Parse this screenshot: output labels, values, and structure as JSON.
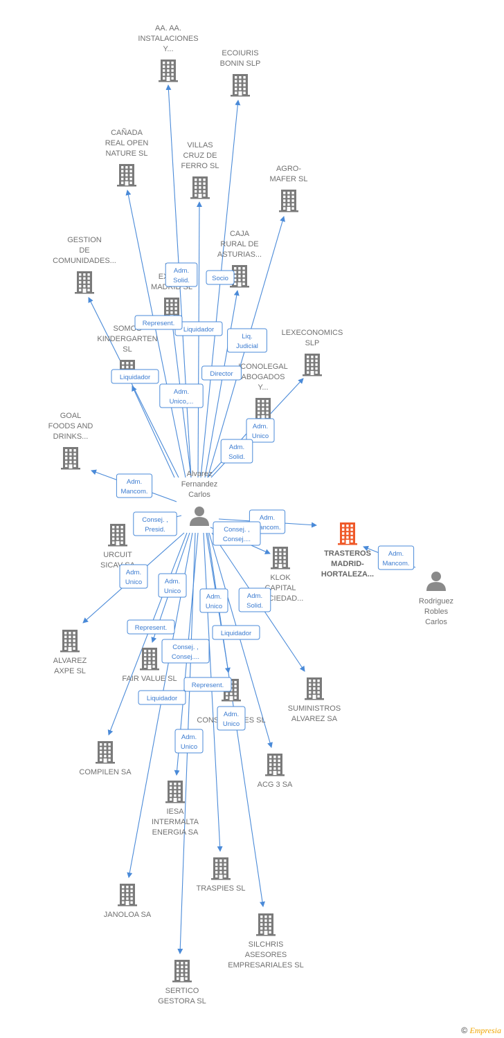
{
  "colors": {
    "edge": "#4a8ad8",
    "building": "#7a7a7a",
    "building_highlight": "#ef5a2a",
    "person": "#8a8a8a",
    "label": "#707070"
  },
  "footer": {
    "copyright": "©",
    "brand": "Empresia"
  },
  "nodes": [
    {
      "id": "center",
      "type": "person",
      "lines": [
        "Alvarez",
        "Fernandez",
        "Carlos"
      ]
    },
    {
      "id": "rodriguez",
      "type": "person",
      "lines": [
        "Rodriguez",
        "Robles",
        "Carlos"
      ]
    },
    {
      "id": "trasteros",
      "type": "building",
      "highlight": true,
      "lines": [
        "TRASTEROS",
        "MADRID-",
        "HORTALEZA..."
      ]
    },
    {
      "id": "aa",
      "type": "building",
      "lines": [
        "AA.  AA.",
        "INSTALACIONES",
        "Y..."
      ]
    },
    {
      "id": "ecoiuris",
      "type": "building",
      "lines": [
        "ECOIURIS",
        "BONIN  SLP"
      ]
    },
    {
      "id": "canada",
      "type": "building",
      "lines": [
        "CAÑADA",
        "REAL OPEN",
        "NATURE SL"
      ]
    },
    {
      "id": "villas",
      "type": "building",
      "lines": [
        "VILLAS",
        "CRUZ DE",
        "FERRO SL"
      ]
    },
    {
      "id": "agro",
      "type": "building",
      "lines": [
        "AGRO-",
        "MAFER SL"
      ]
    },
    {
      "id": "gestion",
      "type": "building",
      "lines": [
        "GESTION",
        "DE",
        "COMUNIDADES..."
      ]
    },
    {
      "id": "caja",
      "type": "building",
      "lines": [
        "CAJA",
        "RURAL DE",
        "ASTURIAS..."
      ]
    },
    {
      "id": "wextr",
      "type": "building",
      "lines": [
        "W...",
        "EXTR...",
        "MADRID  SL"
      ]
    },
    {
      "id": "somos",
      "type": "building",
      "lines": [
        "SOMOS",
        "KINDERGARTEN",
        "SL"
      ]
    },
    {
      "id": "lexeconomics",
      "type": "building",
      "lines": [
        "LEXECONOMICS",
        "SLP"
      ]
    },
    {
      "id": "iconolegal",
      "type": "building",
      "lines": [
        "ICONOLEGAL",
        "ABOGADOS",
        "Y..."
      ]
    },
    {
      "id": "goal",
      "type": "building",
      "lines": [
        "GOAL",
        "FOODS AND",
        "DRINKS..."
      ]
    },
    {
      "id": "urcuit",
      "type": "building",
      "lines": [
        "URCUIT",
        "SICAV SA"
      ]
    },
    {
      "id": "klok",
      "type": "building",
      "lines": [
        "KLOK",
        "CAPITAL",
        "SOCIEDAD..."
      ]
    },
    {
      "id": "alvarezaxpe",
      "type": "building",
      "lines": [
        "ALVAREZ",
        "AXPE  SL"
      ]
    },
    {
      "id": "fairvalue",
      "type": "building",
      "lines": [
        "FAIR VALUE  SL"
      ]
    },
    {
      "id": "servicios",
      "type": "building",
      "lines": [
        "S...",
        "CONSULTORES SL"
      ]
    },
    {
      "id": "suministros",
      "type": "building",
      "lines": [
        "SUMINISTROS",
        "ALVAREZ SA"
      ]
    },
    {
      "id": "compilen",
      "type": "building",
      "lines": [
        "COMPILEN SA"
      ]
    },
    {
      "id": "acg",
      "type": "building",
      "lines": [
        "ACG 3 SA"
      ]
    },
    {
      "id": "iesa",
      "type": "building",
      "lines": [
        "IESA",
        "INTERMALTA",
        "ENERGIA SA"
      ]
    },
    {
      "id": "traspies",
      "type": "building",
      "lines": [
        "TRASPIES SL"
      ]
    },
    {
      "id": "janoloa",
      "type": "building",
      "lines": [
        "JANOLOA SA"
      ]
    },
    {
      "id": "silchris",
      "type": "building",
      "lines": [
        "SILCHRIS",
        "ASESORES",
        "EMPRESARIALES SL"
      ]
    },
    {
      "id": "sertico",
      "type": "building",
      "lines": [
        "SERTICO",
        "GESTORA SL"
      ]
    }
  ],
  "edges": [
    {
      "from": "center",
      "to": "aa",
      "label": []
    },
    {
      "from": "center",
      "to": "ecoiuris",
      "label": []
    },
    {
      "from": "center",
      "to": "canada",
      "label": [
        "Adm.",
        "Solid."
      ]
    },
    {
      "from": "center",
      "to": "villas",
      "label": [
        "Liquidador"
      ]
    },
    {
      "from": "center",
      "to": "agro",
      "label": [
        "Liq.",
        "Judicial"
      ]
    },
    {
      "from": "center",
      "to": "gestion",
      "label": [
        "Represent."
      ]
    },
    {
      "from": "center",
      "to": "caja",
      "label": [
        "Socio"
      ]
    },
    {
      "from": "center",
      "to": "wextr",
      "label": [
        "Adm.",
        "Unico,..."
      ]
    },
    {
      "from": "center",
      "to": "somos",
      "label": [
        "Liquidador"
      ]
    },
    {
      "from": "center",
      "to": "lexeconomics",
      "label": [
        "Adm.",
        "Unico"
      ]
    },
    {
      "from": "center",
      "to": "iconolegal",
      "label": [
        "Adm.",
        "Solid."
      ]
    },
    {
      "from": "center",
      "to": "goal",
      "label": [
        "Adm.",
        "Mancom."
      ]
    },
    {
      "from": "center",
      "to": "trasteros",
      "label": [
        "Adm.",
        "Mancom."
      ]
    },
    {
      "from": "rodriguez",
      "to": "trasteros",
      "label": [
        "Adm.",
        "Mancom."
      ]
    },
    {
      "from": "center",
      "to": "urcuit",
      "label": [
        "Consej. ,",
        "Presid."
      ]
    },
    {
      "from": "center",
      "to": "klok",
      "label": [
        "Consej. ,",
        "Consej...."
      ]
    },
    {
      "from": "center",
      "to": "alvarezaxpe",
      "label": [
        "Adm.",
        "Unico"
      ]
    },
    {
      "from": "center",
      "to": "fairvalue",
      "label": [
        "Represent."
      ]
    },
    {
      "from": "center",
      "to": "servicios",
      "label": [
        "Liquidador"
      ]
    },
    {
      "from": "center",
      "to": "suministros",
      "label": [
        "Adm.",
        "Solid."
      ]
    },
    {
      "from": "center",
      "to": "compilen",
      "label": [
        "Adm.",
        "Unico"
      ]
    },
    {
      "from": "center",
      "to": "acg",
      "label": [
        "Adm.",
        "Unico"
      ]
    },
    {
      "from": "center",
      "to": "iesa",
      "label": [
        "Consej. ,",
        "Consej...."
      ]
    },
    {
      "from": "center",
      "to": "traspies",
      "label": [
        "Represent."
      ]
    },
    {
      "from": "center",
      "to": "janoloa",
      "label": [
        "Liquidador"
      ]
    },
    {
      "from": "center",
      "to": "silchris",
      "label": [
        "Adm.",
        "Unico"
      ]
    },
    {
      "from": "center",
      "to": "sertico",
      "label": [
        "Adm.",
        "Unico"
      ]
    },
    {
      "from": "center",
      "to": "director",
      "label": [
        "Director"
      ]
    }
  ]
}
